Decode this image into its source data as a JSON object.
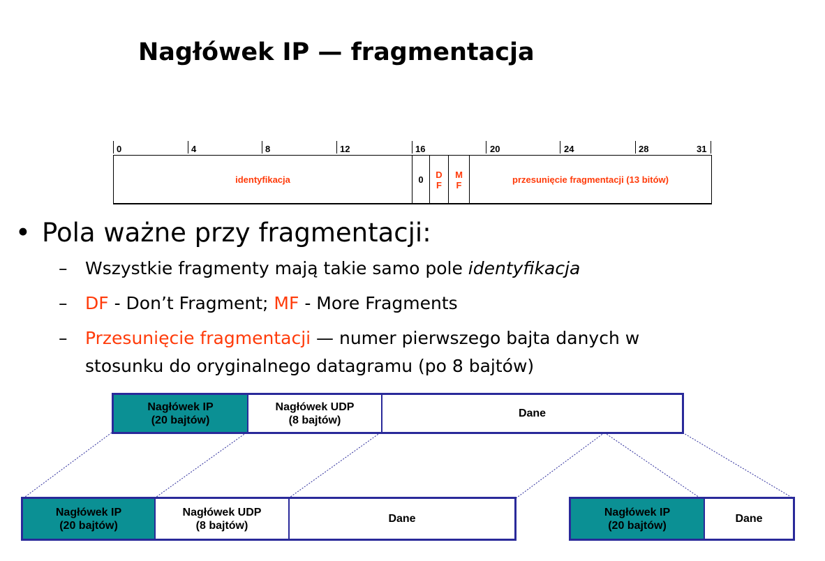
{
  "title": "Nagłówek IP — fragmentacja",
  "header_diagram": {
    "bit_labels": [
      "0",
      "4",
      "8",
      "12",
      "16",
      "20",
      "24",
      "28",
      "31"
    ],
    "fields": {
      "identification": "identyfikacja",
      "zero": "0",
      "df_top": "D",
      "df_bottom": "F",
      "mf_top": "M",
      "mf_bottom": "F",
      "offset": "przesunięcie fragmentacji (13 bitów)"
    },
    "highlight_color": "#ff3b0a"
  },
  "bullet": {
    "text": "Pola ważne przy fragmentacji:",
    "sub1_prefix": "Wszystkie fragmenty mają takie samo pole ",
    "sub1_emph": "identyfikacja",
    "sub2_df": "DF",
    "sub2_mid": " - Don’t Fragment; ",
    "sub2_mf": "MF",
    "sub2_end": " - More Fragments",
    "sub3_red": "Przesunięcie fragmentacji",
    "sub3_rest": " — numer pierwszego bajta danych w",
    "sub3_line2": "stosunku do oryginalnego datagramu (po 8 bajtów)"
  },
  "packets": {
    "original": {
      "ip_line1": "Nagłówek IP",
      "ip_line2": "(20 bajtów)",
      "udp_line1": "Nagłówek UDP",
      "udp_line2": "(8 bajtów)",
      "data": "Dane"
    },
    "fragment1": {
      "ip_line1": "Nagłówek IP",
      "ip_line2": "(20 bajtów)",
      "udp_line1": "Nagłówek UDP",
      "udp_line2": "(8 bajtów)",
      "data": "Dane"
    },
    "fragment2": {
      "ip_line1": "Nagłówek IP",
      "ip_line2": "(20 bajtów)",
      "data": "Dane"
    },
    "ip_header_color": "#0b9094",
    "border_color": "#2a2a9a"
  }
}
